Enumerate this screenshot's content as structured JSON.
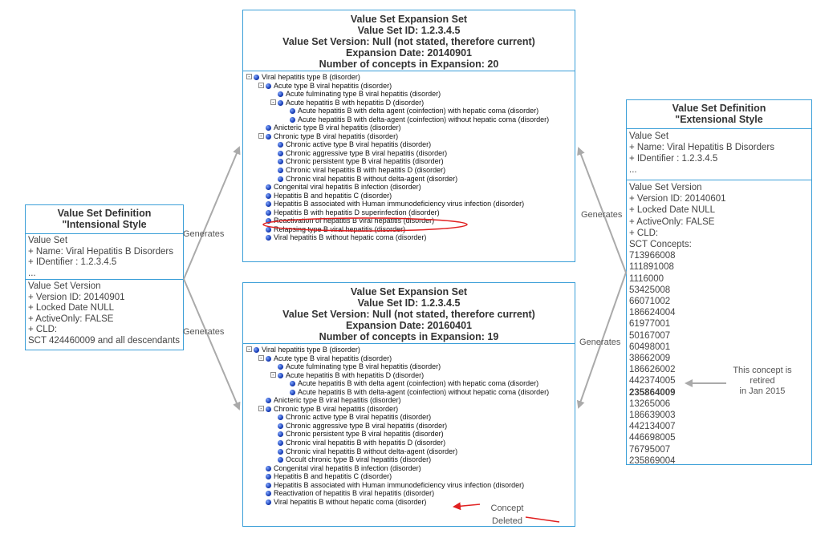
{
  "intensional": {
    "title": [
      "Value Set Definition",
      "\"Intensional Style"
    ],
    "value_set": [
      "Value Set",
      "+ Name: Viral Hepatitis B Disorders",
      "+ IDentifier : 1.2.3.4.5",
      "..."
    ],
    "version": [
      "Value Set Version",
      "+ Version ID: 20140901",
      "+ Locked Date NULL",
      "+ ActiveOnly: FALSE",
      "+ CLD:",
      "SCT 424460009 and all descendants"
    ]
  },
  "extensional": {
    "title": [
      "Value Set Definition",
      "\"Extensional Style"
    ],
    "value_set": [
      "Value Set",
      "+ Name: Viral Hepatitis B Disorders",
      "+ IDentifier : 1.2.3.4.5",
      "..."
    ],
    "version": [
      "Value Set Version",
      "+ Version ID: 20140601",
      "+ Locked Date NULL",
      "+ ActiveOnly: FALSE",
      "+ CLD:",
      "SCT Concepts:"
    ],
    "concepts": [
      "713966008",
      "111891008",
      "1116000",
      "53425008",
      "66071002",
      "186624004",
      "61977001",
      "50167007",
      "60498001",
      "38662009",
      "186626002",
      "442374005",
      "235864009",
      "13265006",
      "186639003",
      "442134007",
      "446698005",
      "76795007",
      "235869004"
    ],
    "retired_concept": "235864009"
  },
  "expansion1": {
    "header": [
      "Value Set Expansion Set",
      "Value Set ID: 1.2.3.4.5",
      "Value Set Version: Null (not stated, therefore current)",
      "Expansion Date: 20140901",
      "Number of concepts in Expansion: 20"
    ],
    "tree": [
      {
        "level": 0,
        "exp": "-",
        "text": "Viral hepatitis type B (disorder)"
      },
      {
        "level": 1,
        "exp": "-",
        "text": "Acute type B viral hepatitis (disorder)"
      },
      {
        "level": 2,
        "exp": "",
        "text": "Acute fulminating type B viral hepatitis (disorder)"
      },
      {
        "level": 2,
        "exp": "-",
        "text": "Acute hepatitis B with hepatitis D (disorder)"
      },
      {
        "level": 3,
        "exp": "",
        "text": "Acute hepatitis B with delta agent (coinfection) with hepatic coma (disorder)"
      },
      {
        "level": 3,
        "exp": "",
        "text": "Acute hepatitis B with delta-agent (coinfection) without hepatic coma (disorder)"
      },
      {
        "level": 1,
        "exp": "",
        "text": "Anicteric type B viral hepatitis (disorder)"
      },
      {
        "level": 1,
        "exp": "-",
        "text": "Chronic type B viral hepatitis (disorder)"
      },
      {
        "level": 2,
        "exp": "",
        "text": "Chronic active type B viral hepatitis (disorder)"
      },
      {
        "level": 2,
        "exp": "",
        "text": "Chronic aggressive type B viral hepatitis (disorder)"
      },
      {
        "level": 2,
        "exp": "",
        "text": "Chronic persistent type B viral hepatitis (disorder)"
      },
      {
        "level": 2,
        "exp": "",
        "text": "Chronic viral hepatitis B with hepatitis D (disorder)"
      },
      {
        "level": 2,
        "exp": "",
        "text": "Chronic viral hepatitis B without delta-agent (disorder)"
      },
      {
        "level": 1,
        "exp": "",
        "text": "Congenital viral hepatitis B infection (disorder)"
      },
      {
        "level": 1,
        "exp": "",
        "text": "Hepatitis B and hepatitis C (disorder)"
      },
      {
        "level": 1,
        "exp": "",
        "text": "Hepatitis B associated with Human immunodeficiency virus infection (disorder)"
      },
      {
        "level": 1,
        "exp": "",
        "text": "Hepatitis B with hepatitis D superinfection (disorder)",
        "circled": true
      },
      {
        "level": 1,
        "exp": "",
        "text": "Reactivation of hepatitis B viral hepatitis (disorder)"
      },
      {
        "level": 1,
        "exp": "",
        "text": "Relapsing type B viral hepatitis (disorder)"
      },
      {
        "level": 1,
        "exp": "",
        "text": "Viral hepatitis B without hepatic coma (disorder)"
      }
    ]
  },
  "expansion2": {
    "header": [
      "Value Set Expansion Set",
      "Value Set ID: 1.2.3.4.5",
      "Value Set Version: Null (not stated, therefore current)",
      "Expansion Date: 20160401",
      "Number of concepts in Expansion: 19"
    ],
    "tree": [
      {
        "level": 0,
        "exp": "-",
        "text": "Viral hepatitis type B (disorder)"
      },
      {
        "level": 1,
        "exp": "-",
        "text": "Acute type B viral hepatitis (disorder)"
      },
      {
        "level": 2,
        "exp": "",
        "text": "Acute fulminating type B viral hepatitis (disorder)"
      },
      {
        "level": 2,
        "exp": "-",
        "text": "Acute hepatitis B with hepatitis D (disorder)"
      },
      {
        "level": 3,
        "exp": "",
        "text": "Acute hepatitis B with delta agent (coinfection) with hepatic coma (disorder)"
      },
      {
        "level": 3,
        "exp": "",
        "text": "Acute hepatitis B with delta-agent (coinfection) without hepatic coma (disorder)"
      },
      {
        "level": 1,
        "exp": "",
        "text": "Anicteric type B viral hepatitis (disorder)"
      },
      {
        "level": 1,
        "exp": "-",
        "text": "Chronic type B viral hepatitis (disorder)"
      },
      {
        "level": 2,
        "exp": "",
        "text": "Chronic active type B viral hepatitis (disorder)"
      },
      {
        "level": 2,
        "exp": "",
        "text": "Chronic aggressive type B viral hepatitis (disorder)"
      },
      {
        "level": 2,
        "exp": "",
        "text": "Chronic persistent type B viral hepatitis (disorder)"
      },
      {
        "level": 2,
        "exp": "",
        "text": "Chronic viral hepatitis B with hepatitis D (disorder)"
      },
      {
        "level": 2,
        "exp": "",
        "text": "Chronic viral hepatitis B without delta-agent (disorder)"
      },
      {
        "level": 2,
        "exp": "",
        "text": "Occult chronic type B viral hepatitis (disorder)"
      },
      {
        "level": 1,
        "exp": "",
        "text": "Congenital viral hepatitis B infection (disorder)"
      },
      {
        "level": 1,
        "exp": "",
        "text": "Hepatitis B and hepatitis C (disorder)"
      },
      {
        "level": 1,
        "exp": "",
        "text": "Hepatitis B associated with Human immunodeficiency virus infection (disorder)"
      },
      {
        "level": 1,
        "exp": "",
        "text": "Reactivation of hepatitis B viral hepatitis (disorder)"
      },
      {
        "level": 1,
        "exp": "",
        "text": "Viral hepatitis B without hepatic coma (disorder)"
      }
    ]
  },
  "labels": {
    "generates": "Generates",
    "retired_note": [
      "This concept is",
      "retired",
      "in Jan 2015"
    ],
    "deleted_note": [
      "Concept",
      "Deleted"
    ]
  },
  "colors": {
    "border": "#3b9fd8",
    "arrow": "#aaaaaa",
    "highlight": "#e02020",
    "node": "#1433b8"
  }
}
